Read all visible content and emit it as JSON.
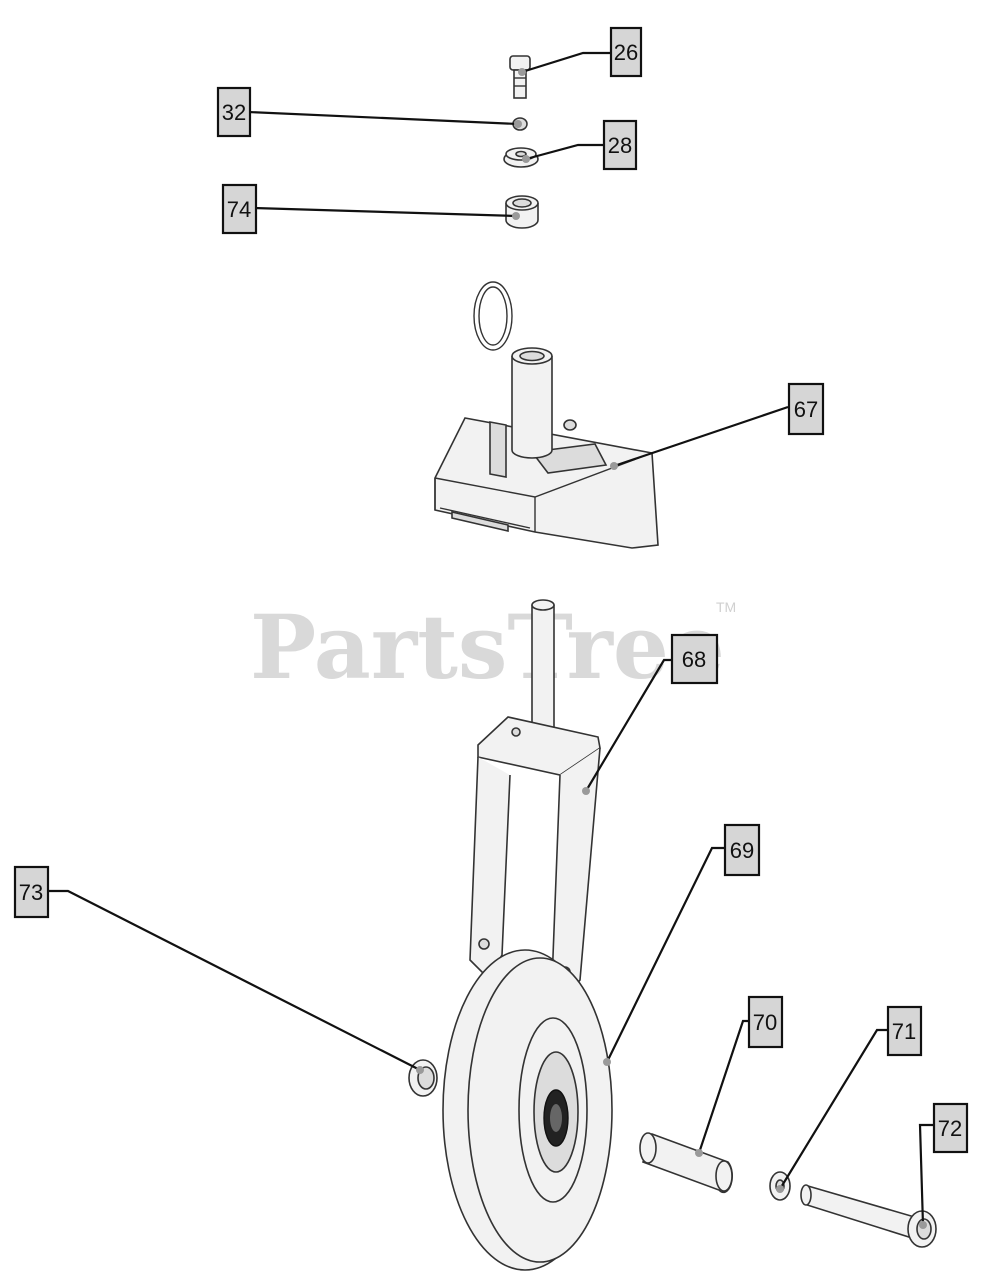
{
  "watermark": {
    "text": "PartsTree",
    "trademark": "TM"
  },
  "callouts": [
    {
      "id": "26",
      "label": "26"
    },
    {
      "id": "32",
      "label": "32"
    },
    {
      "id": "28",
      "label": "28"
    },
    {
      "id": "74",
      "label": "74"
    },
    {
      "id": "67",
      "label": "67"
    },
    {
      "id": "68",
      "label": "68"
    },
    {
      "id": "69",
      "label": "69"
    },
    {
      "id": "73",
      "label": "73"
    },
    {
      "id": "70",
      "label": "70"
    },
    {
      "id": "71",
      "label": "71"
    },
    {
      "id": "72",
      "label": "72"
    }
  ]
}
